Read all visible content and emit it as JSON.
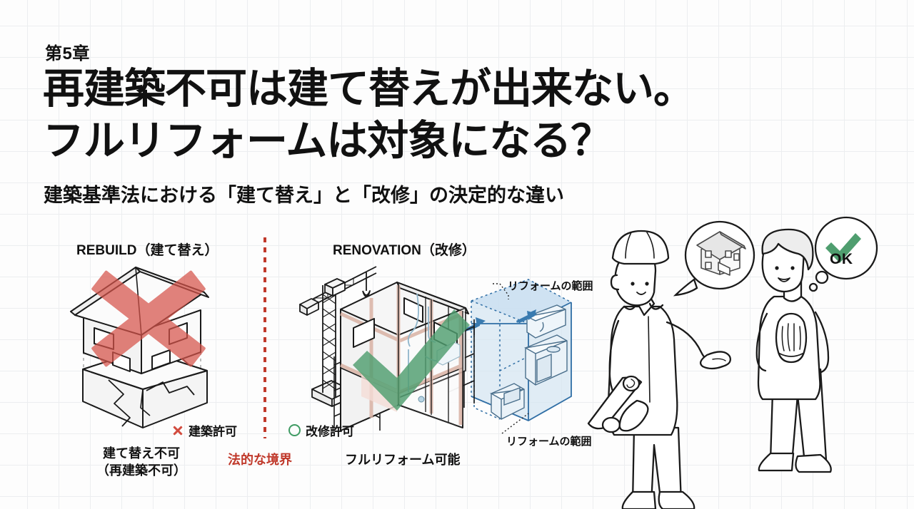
{
  "header": {
    "chapter": "第5章",
    "title_line1": "再建築不可は建て替えが出来ない。",
    "title_line2": "フルリフォームは対象になる？",
    "subtitle": "建築基準法における「建て替え」と「改修」の決定的な違い"
  },
  "columns": {
    "left_heading": "REBUILD（建て替え）",
    "right_heading": "RENOVATION（改修）"
  },
  "markers": {
    "left_permission": "建築許可",
    "left_permission_icon": "cross-mark-icon",
    "right_permission": "改修許可",
    "right_permission_icon": "circle-mark-icon"
  },
  "captions": {
    "left_line1": "建て替え不可",
    "left_line2": "（再建築不可）",
    "divider": "法的な境界",
    "right": "フルリフォーム可能"
  },
  "scope": {
    "label_top": "リフォームの範囲",
    "label_bottom": "リフォームの範囲"
  },
  "characters": {
    "worker_bubble_icon": "house-isometric-icon",
    "client_badge_text": "OK",
    "client_badge_icon": "green-check-icon"
  },
  "colors": {
    "background": "#fdfdfd",
    "grid_line": "#eceef0",
    "text": "#111111",
    "red_accent": "#c0392b",
    "red_cross": "#d24b3e",
    "green_accent": "#3f9b63",
    "blue_scope": "#2f6ea5",
    "blue_scope_fill": "#cfe2ef"
  }
}
